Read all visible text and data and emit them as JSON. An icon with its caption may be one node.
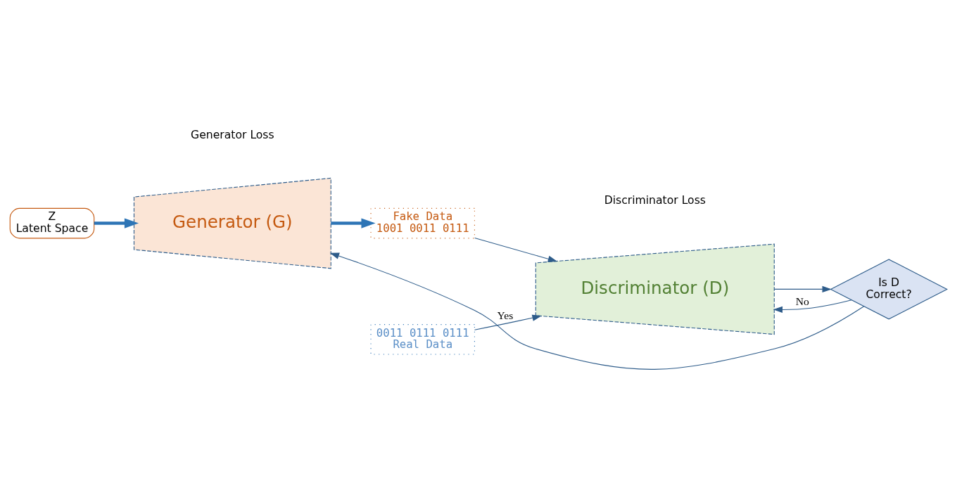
{
  "diagram": {
    "nodes": [
      {
        "text": [
          "Z",
          "Latent Space"
        ]
      },
      {
        "text": [
          "Generator (G)"
        ]
      },
      {
        "text": [
          "Fake Data",
          "1001 0011 0111"
        ]
      },
      {
        "text": [
          "0011 0111 0111",
          "Real Data"
        ]
      },
      {
        "text": [
          "Discriminator (D)"
        ]
      },
      {
        "text": [
          "Is D",
          "Correct?"
        ]
      }
    ],
    "edges": [
      {
        "from": 0,
        "to": 1,
        "arrow": "to",
        "style": "thick",
        "color": "#2e75b6"
      },
      {
        "from": 1,
        "to": 2,
        "arrow": "to",
        "style": "thick",
        "color": "#2e75b6"
      },
      {
        "from": 2,
        "to": 4,
        "arrow": "to"
      },
      {
        "from": 3,
        "to": 4,
        "arrow": "to"
      },
      {
        "from": 4,
        "to": 5,
        "arrow": "to"
      },
      {
        "from": 5,
        "to": 4,
        "label": "No",
        "arrow": "to"
      },
      {
        "from": 5,
        "to": 1,
        "label": "Yes",
        "arrow": "to"
      }
    ],
    "labels": [
      "Generator Loss",
      "Discriminator Loss"
    ]
  }
}
